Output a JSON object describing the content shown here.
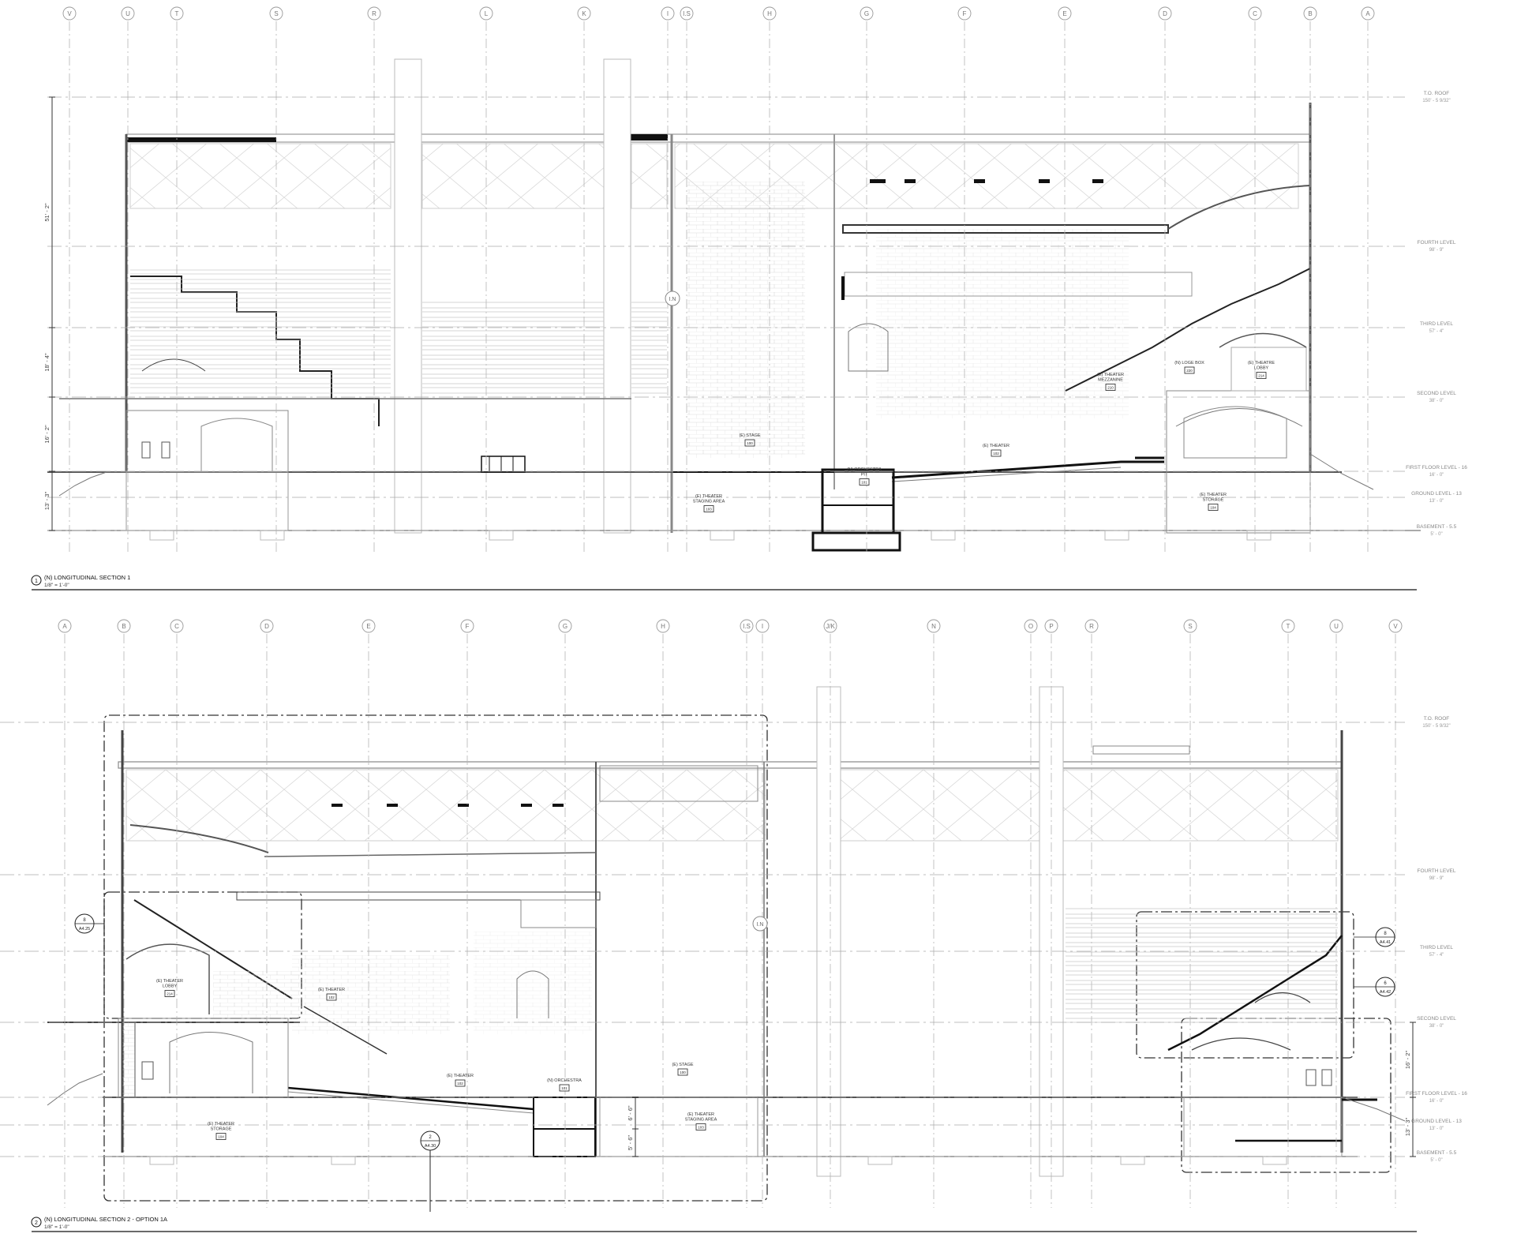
{
  "section1": {
    "title": "(N) LONGITUDINAL SECTION 1",
    "scale": "1/8\" = 1'-0\"",
    "number": "1",
    "gridlines": [
      "V",
      "U",
      "T",
      "S",
      "R",
      "L",
      "K",
      "I",
      "I.S",
      "H",
      "G",
      "F",
      "E",
      "D",
      "C",
      "B",
      "A"
    ],
    "levels": [
      {
        "name": "T.O. ROOF",
        "elev": "150' - 5 9/32\""
      },
      {
        "name": "FOURTH LEVEL",
        "elev": "98' - 9\""
      },
      {
        "name": "THIRD LEVEL",
        "elev": "57' - 4\""
      },
      {
        "name": "SECOND LEVEL",
        "elev": "38' - 0\""
      },
      {
        "name": "FIRST FLOOR LEVEL - 16",
        "elev": "16' - 0\""
      },
      {
        "name": "GROUND LEVEL - 13",
        "elev": "13' - 0\""
      },
      {
        "name": "BASEMENT - 5.5",
        "elev": "5' - 0\""
      }
    ],
    "dims": [
      "51' - 2\"",
      "18' - 4\"",
      "16' - 2\"",
      "13' - 3\""
    ],
    "rooms": [
      {
        "name": "(E) STAGE",
        "num": "100"
      },
      {
        "name": "(N) ORCHESTRA PIT",
        "num": "101"
      },
      {
        "name": "(E) THEATER",
        "num": "102"
      },
      {
        "name": "(E) THEATER STAGING AREA",
        "num": "103"
      },
      {
        "name": "(E) THEATER MEZZANINE",
        "num": "210"
      },
      {
        "name": "(N) LOGE BOX",
        "num": "220"
      },
      {
        "name": "(E) THEATRE LOBBY",
        "num": "214"
      },
      {
        "name": "(E) THEATER STORAGE",
        "num": "104"
      }
    ],
    "marker": "I.N"
  },
  "section2": {
    "title": "(N) LONGITUDINAL SECTION 2 - OPTION 1A",
    "scale": "1/8\" = 1'-0\"",
    "number": "2",
    "gridlines": [
      "A",
      "B",
      "C",
      "D",
      "E",
      "F",
      "G",
      "H",
      "I.S",
      "I",
      "J/K",
      "N",
      "O",
      "P",
      "R",
      "S",
      "T",
      "U",
      "V"
    ],
    "levels": [
      {
        "name": "T.O. ROOF",
        "elev": "150' - 5 9/32\""
      },
      {
        "name": "FOURTH LEVEL",
        "elev": "98' - 9\""
      },
      {
        "name": "THIRD LEVEL",
        "elev": "57' - 4\""
      },
      {
        "name": "SECOND LEVEL",
        "elev": "38' - 0\""
      },
      {
        "name": "FIRST FLOOR LEVEL - 16",
        "elev": "16' - 0\""
      },
      {
        "name": "GROUND LEVEL - 13",
        "elev": "13' - 0\""
      },
      {
        "name": "BASEMENT - 5.5",
        "elev": "5' - 0\""
      }
    ],
    "dims": [
      "16' - 2\"",
      "13' - 3\"",
      "6' - 6\"",
      "5' - 6\""
    ],
    "rooms": [
      {
        "name": "(E) THEATER LOBBY",
        "num": "214"
      },
      {
        "name": "(E) THEATER",
        "num": "102"
      },
      {
        "name": "(E) THEATER",
        "num": "102"
      },
      {
        "name": "(N) ORCHESTRA",
        "num": "101"
      },
      {
        "name": "(E) STAGE",
        "num": "100"
      },
      {
        "name": "(E) THEATER STAGING AREA",
        "num": "103"
      },
      {
        "name": "(E) THEATER STORAGE",
        "num": "104"
      }
    ],
    "callouts": [
      {
        "num": "8",
        "sheet": "A4.25"
      },
      {
        "num": "8",
        "sheet": "A4.41"
      },
      {
        "num": "6",
        "sheet": "A4.42"
      },
      {
        "num": "2",
        "sheet": "A4.30"
      }
    ],
    "marker": "I.N"
  }
}
